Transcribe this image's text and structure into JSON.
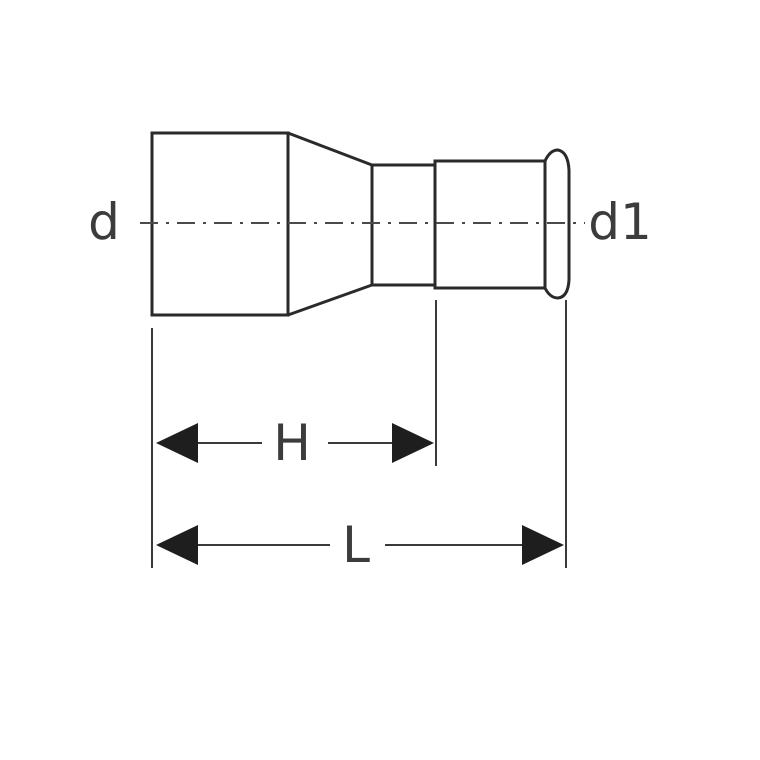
{
  "labels": {
    "inlet_diameter": "d",
    "outlet_diameter": "d1",
    "insertion_depth": "H",
    "overall_length": "L"
  },
  "colors": {
    "line": "#2a2a2a",
    "arrow": "#1e1e1e",
    "text": "#3c3c3c",
    "background": "#ffffff"
  }
}
